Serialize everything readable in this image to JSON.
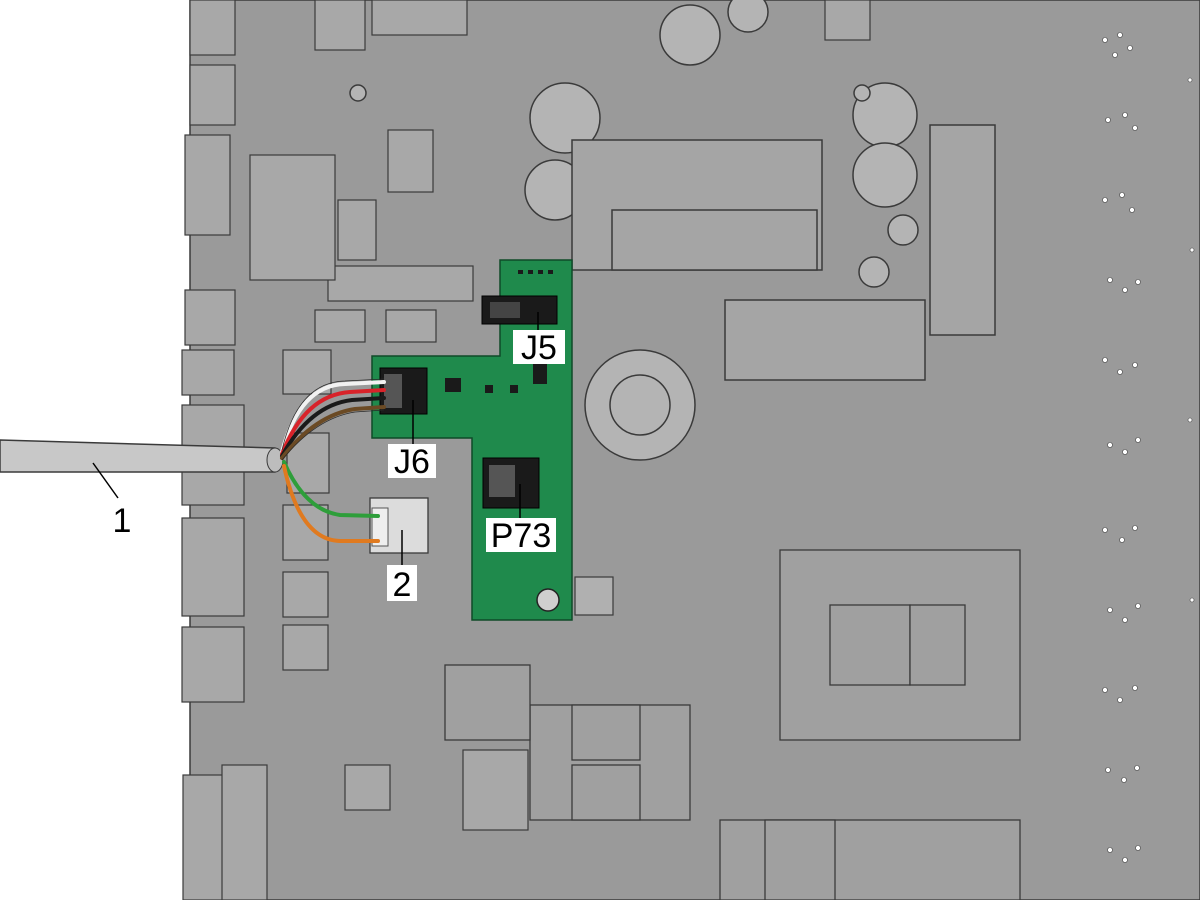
{
  "callouts": {
    "cable": "1",
    "connector": "2",
    "j5": "J5",
    "j6": "J6",
    "p73": "P73"
  },
  "colors": {
    "main_board": "#9a9a9a",
    "sub_board": "#1f8a4c",
    "cable_sheath": "#c8c8c8",
    "outline": "#3a3a3a",
    "wire_white": "#f2f2f2",
    "wire_red": "#d8232a",
    "wire_black": "#1a1a1a",
    "wire_brown": "#6b4a24",
    "wire_green": "#2e9e3a",
    "wire_orange": "#e07a1f"
  }
}
